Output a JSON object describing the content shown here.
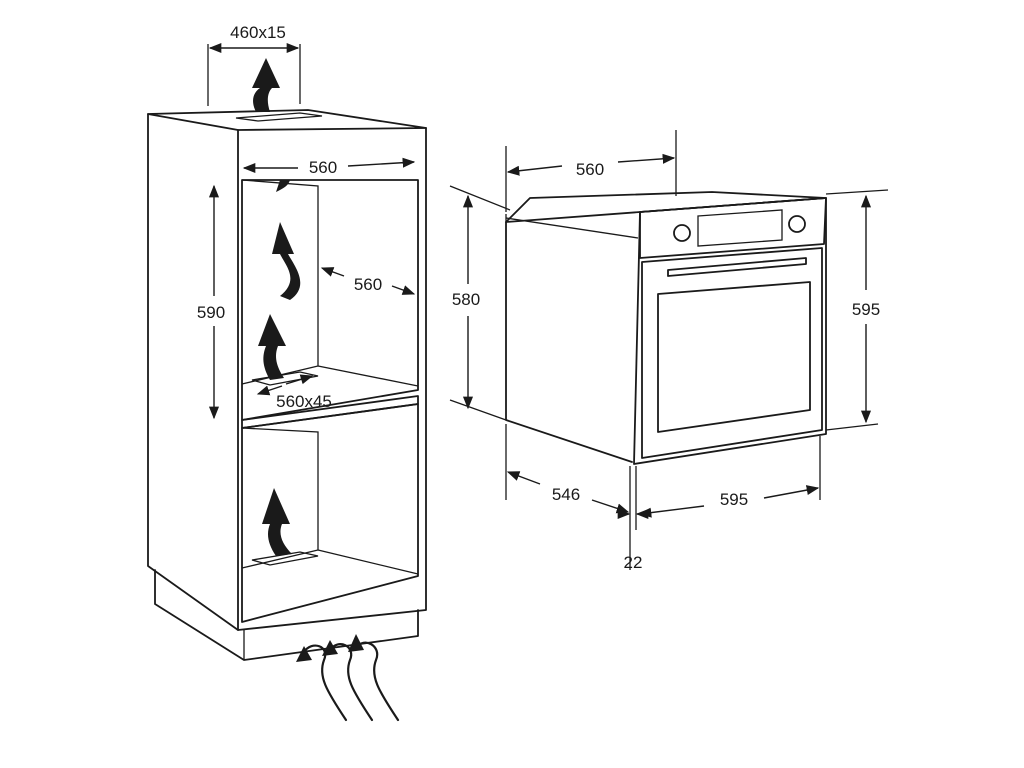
{
  "cabinet": {
    "top_vent": "460x15",
    "inner_width": "560",
    "niche_height": "590",
    "niche_depth": "560",
    "bottom_vent": "560x45"
  },
  "oven": {
    "depth_top": "560",
    "body_height": "580",
    "front_height": "595",
    "body_depth": "546",
    "front_width": "595",
    "front_thickness": "22"
  }
}
